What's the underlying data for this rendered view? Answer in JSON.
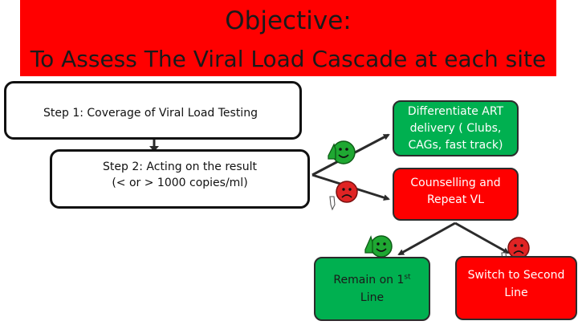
{
  "header": {
    "title": "Objective:",
    "subtitle": "To Assess The Viral Load Cascade at each site"
  },
  "steps": {
    "step1": "Step 1: Coverage of Viral Load Testing",
    "step2_line1": "Step 2: Acting on the result",
    "step2_line2": "(< or > 1000 copies/ml)"
  },
  "outcomes": {
    "differentiate_line1": "Differentiate ART",
    "differentiate_line2": "delivery ( Clubs,",
    "differentiate_line3": "CAGs, fast track)",
    "counselling_line1": "Counselling  and",
    "counselling_line2": "Repeat VL",
    "remain_text": "Remain on 1",
    "remain_sup": "st",
    "remain_line2": "Line",
    "switch_line1": "Switch to Second",
    "switch_line2": "Line"
  },
  "icons": {
    "thumbs_up": "thumbs-up-icon",
    "thumbs_down": "thumbs-down-icon"
  },
  "colors": {
    "banner": "#ff0000",
    "green": "#00b050",
    "red": "#ff0000",
    "smiley_green": "#1fa832",
    "frown_red": "#e02424"
  }
}
